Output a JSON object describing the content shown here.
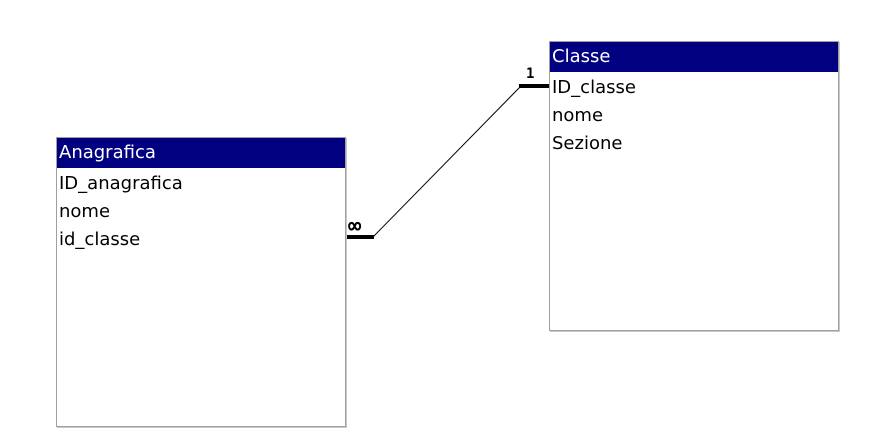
{
  "tables": {
    "anagrafica": {
      "title": "Anagrafica",
      "fields": [
        "ID_anagrafica",
        "nome",
        "id_classe"
      ]
    },
    "classe": {
      "title": "Classe",
      "fields": [
        "ID_classe",
        "nome",
        "Sezione"
      ]
    }
  },
  "relationship": {
    "from_table": "Anagrafica",
    "from_field": "id_classe",
    "from_cardinality": "∞",
    "to_table": "Classe",
    "to_field": "ID_classe",
    "to_cardinality": "1"
  },
  "colors": {
    "title_bar": "#000080",
    "title_text": "#ffffff",
    "border": "#a0a0a0",
    "line": "#000000"
  }
}
